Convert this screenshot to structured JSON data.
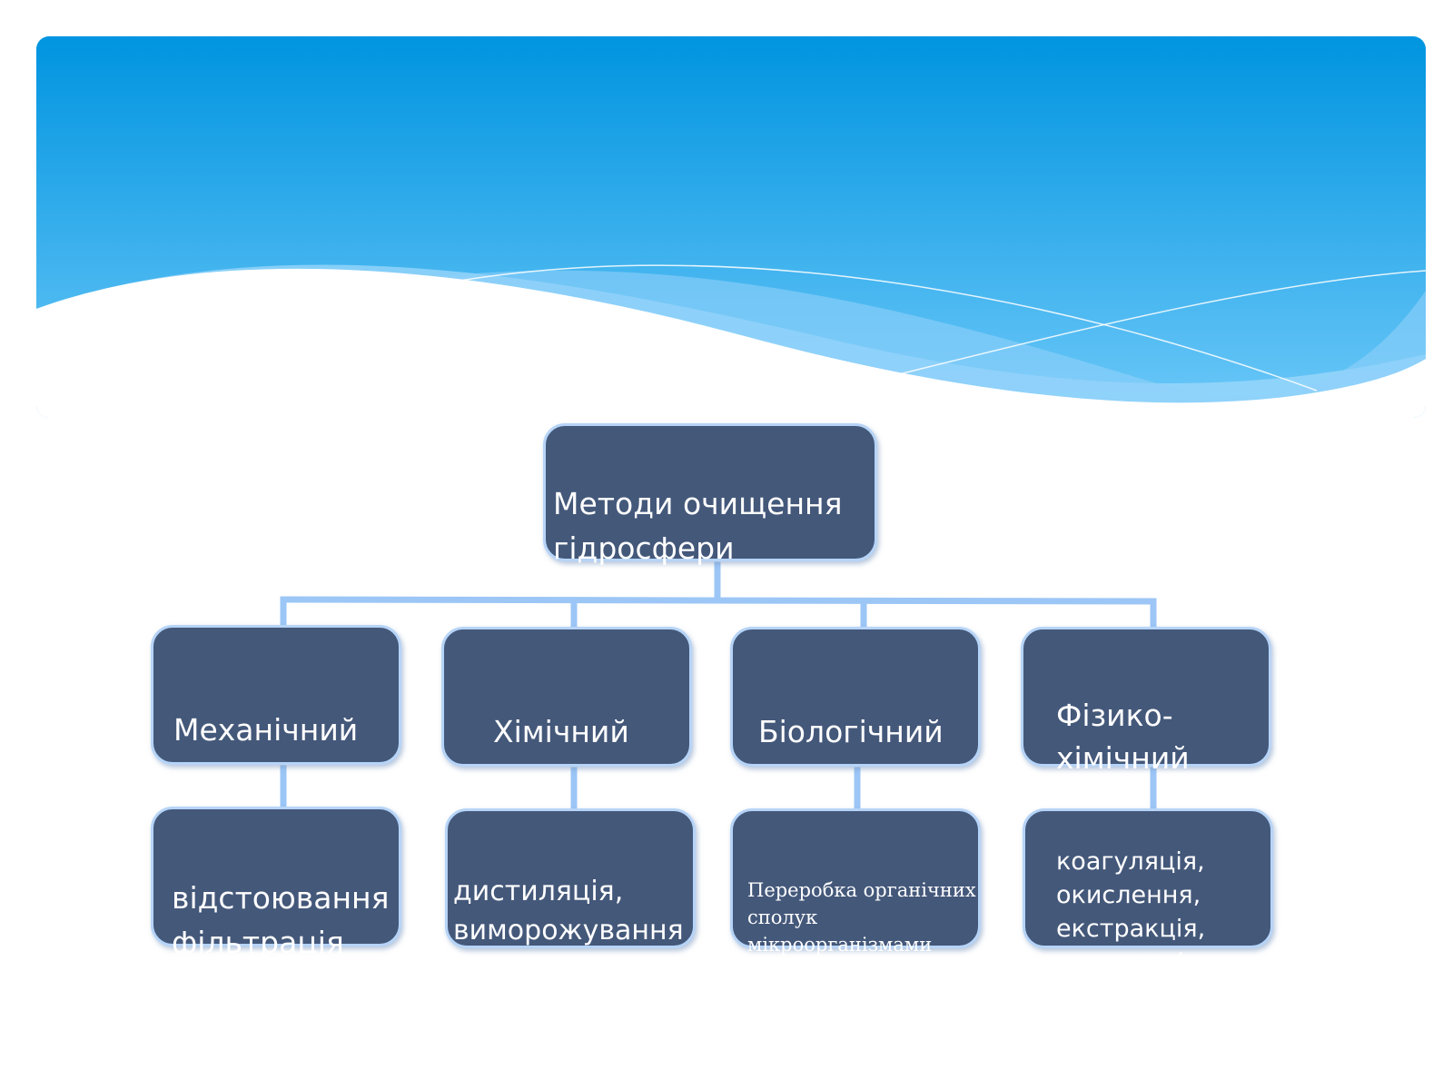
{
  "theme": {
    "banner_top": "#0094e0",
    "banner_bottom": "#6cc8f8",
    "wave_light": "#9ed8fb",
    "node_fill": "#44587a",
    "node_border": "#b6d4f7",
    "connector": "#9cc6f6"
  },
  "diagram": {
    "root": {
      "label": "Методи очищення\nгідросфери"
    },
    "categories": [
      {
        "label": "Механічний",
        "method": "відстоювання\nфільтрація"
      },
      {
        "label": "Хімічний",
        "method": "дистиляція,\nвиморожування"
      },
      {
        "label": "Біологічний",
        "method": "Переробка органічних\nсполук\nмікроорганізмами"
      },
      {
        "label": "Фізико-\nхімічний",
        "method": "коагуляція,\nокислення,\nекстракція,\nелектроліз"
      }
    ]
  }
}
